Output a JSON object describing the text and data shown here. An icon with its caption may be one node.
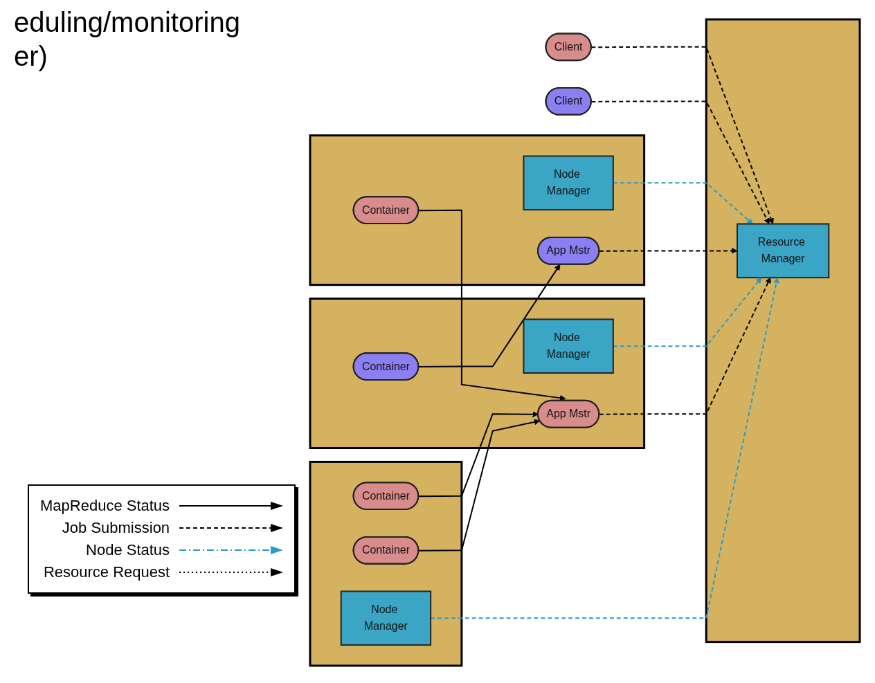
{
  "diagram": {
    "nodes": [
      {
        "text": [
          "Client"
        ]
      },
      {
        "text": [
          "Client"
        ]
      },
      {
        "text": [],
        "shape": "box"
      },
      {
        "text": [
          "Resource Manager"
        ],
        "in": 2
      },
      {
        "text": [],
        "shape": "box"
      },
      {
        "text": [
          "Node Manager"
        ],
        "in": 4
      },
      {
        "text": [
          "Container"
        ],
        "in": 4
      },
      {
        "text": [
          "App Mstr"
        ],
        "in": 4
      },
      {
        "text": [],
        "shape": "box"
      },
      {
        "text": [
          "Node Manager"
        ],
        "in": 8
      },
      {
        "text": [
          "App Mstr"
        ],
        "in": 8
      },
      {
        "text": [
          "Container"
        ],
        "in": 8
      },
      {
        "text": [],
        "shape": "box"
      },
      {
        "text": [
          "Node Manager"
        ],
        "in": 12
      },
      {
        "text": [
          "Container"
        ],
        "in": 12
      },
      {
        "text": [
          "Container"
        ],
        "in": 12
      }
    ],
    "edges": [
      {
        "from": 0,
        "to": 3,
        "arrow": "to",
        "style": "dashed"
      },
      {
        "from": 1,
        "to": 3,
        "arrow": "to",
        "style": "dashed"
      },
      {
        "from": 5,
        "to": 3,
        "arrow": "to",
        "style": "dashed",
        "color": "#2a9bc4"
      },
      {
        "from": 7,
        "to": 3,
        "arrow": "to",
        "style": "dashed"
      },
      {
        "from": 9,
        "to": 3,
        "arrow": "to",
        "style": "dashed",
        "color": "#2a9bc4"
      },
      {
        "from": 10,
        "to": 3,
        "arrow": "to",
        "style": "dashed"
      },
      {
        "from": 13,
        "to": 3,
        "arrow": "to",
        "style": "dashed",
        "color": "#2a9bc4"
      },
      {
        "from": 6,
        "to": 10,
        "arrow": "to"
      },
      {
        "from": 11,
        "to": 7,
        "arrow": "to"
      },
      {
        "from": 14,
        "to": 10,
        "arrow": "to"
      },
      {
        "from": 15,
        "to": 10,
        "arrow": "to"
      }
    ],
    "labels": [
      "eduling/monitoring",
      "er)"
    ],
    "legend": [
      {
        "text": "MapReduce Status"
      },
      {
        "text": "Job Submission"
      },
      {
        "text": "Node Status"
      },
      {
        "text": "Resource Request"
      }
    ]
  }
}
